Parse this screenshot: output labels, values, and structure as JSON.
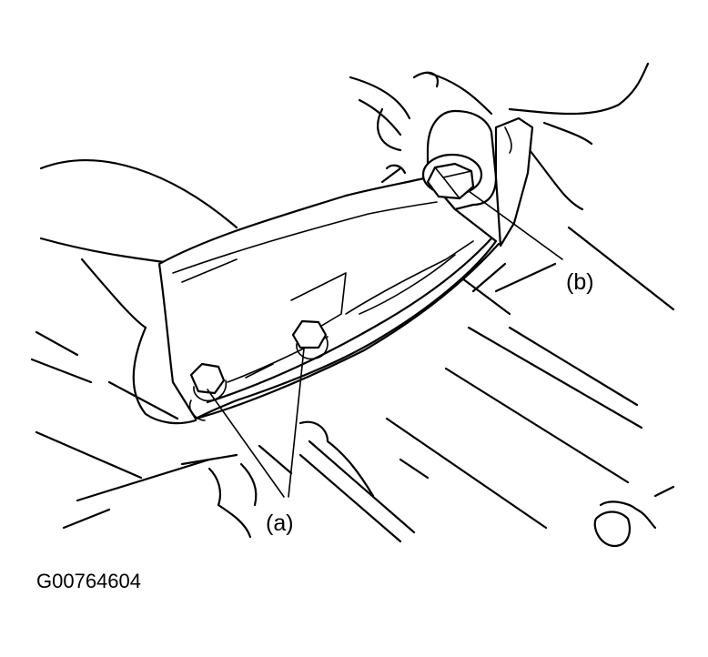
{
  "labels": {
    "a": "(a)",
    "b": "(b)"
  },
  "figure_code": "G00764604"
}
